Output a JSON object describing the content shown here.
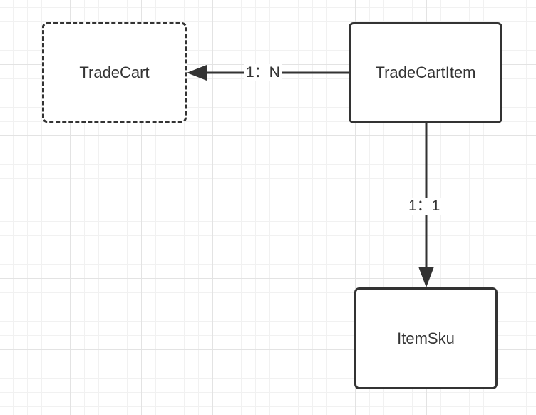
{
  "diagram": {
    "nodes": [
      {
        "id": "tradecart",
        "label": "TradeCart",
        "border": "dashed"
      },
      {
        "id": "tradecartitem",
        "label": "TradeCartItem",
        "border": "solid"
      },
      {
        "id": "itemsku",
        "label": "ItemSku",
        "border": "solid"
      }
    ],
    "edges": [
      {
        "from": "tradecartitem",
        "to": "tradecart",
        "label": "1：N"
      },
      {
        "from": "tradecartitem",
        "to": "itemsku",
        "label": "1：1"
      }
    ],
    "colors": {
      "stroke": "#333333",
      "grid": "#e3e3e3",
      "background": "#ffffff"
    }
  }
}
